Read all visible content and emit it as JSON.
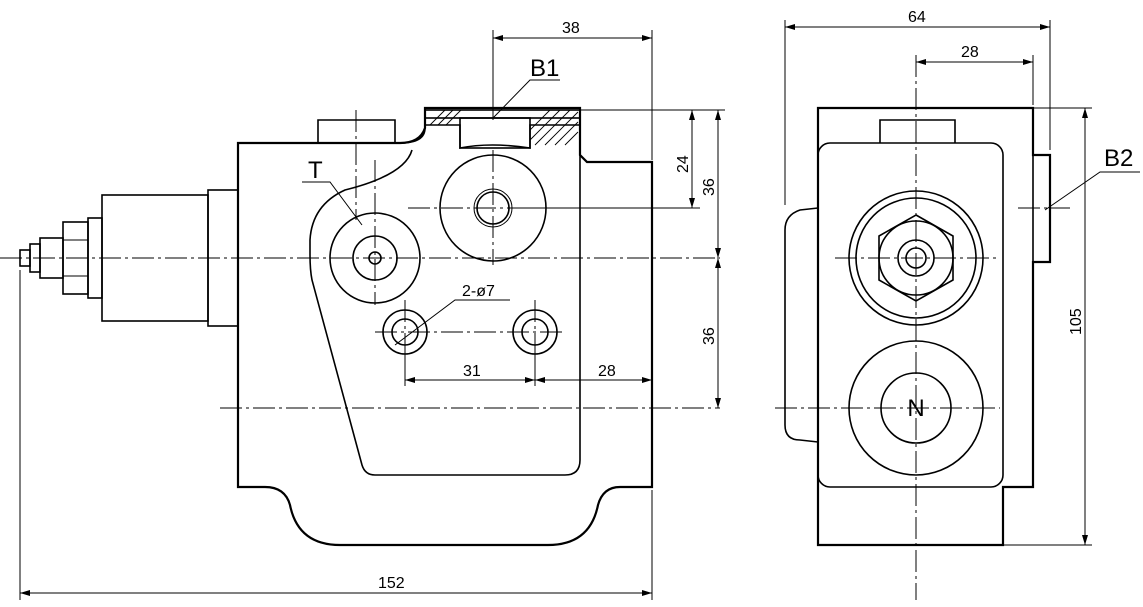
{
  "dimensions": {
    "front_top": "38",
    "front_right_upper": "24",
    "front_right_mid": "36",
    "front_right_lower": "36",
    "holes_spacing": "31",
    "holes_to_edge": "28",
    "holes_callout": "2-ø7",
    "overall_width": "152",
    "side_width": "64",
    "side_inner": "28",
    "side_height": "105"
  },
  "labels": {
    "port_b1": "B1",
    "port_b2": "B2",
    "port_t": "T",
    "port_n": "N"
  }
}
